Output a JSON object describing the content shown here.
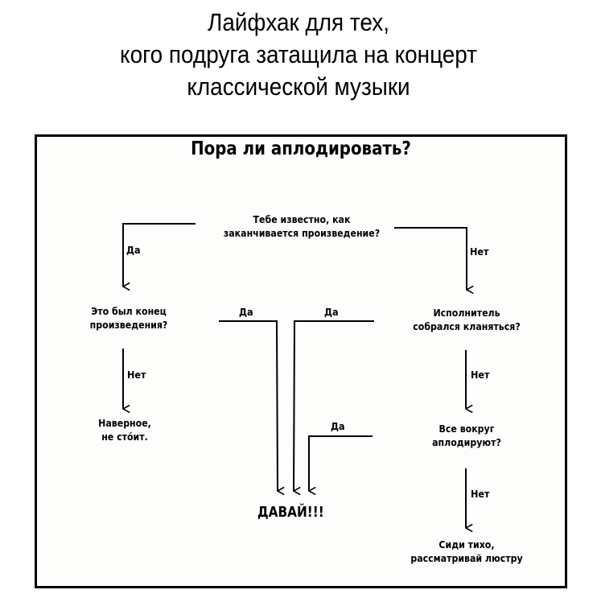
{
  "headline": {
    "lines": [
      "Лайфхак для тех,",
      "кого подруга затащила на концерт",
      "классической музыки"
    ]
  },
  "flowchart": {
    "title": "Пора ли аплодировать?",
    "nodes": {
      "q_know_ending": {
        "lines": [
          "Тебе известно, как",
          "заканчивается произведение?"
        ]
      },
      "q_was_end": {
        "lines": [
          "Это был конец",
          "произведения?"
        ]
      },
      "q_bowing": {
        "lines": [
          "Исполнитель",
          "собрался кланяться?"
        ]
      },
      "r_better_not": {
        "lines": [
          "Наверное,",
          "не стóит."
        ]
      },
      "q_everyone_claps": {
        "lines": [
          "Все вокруг",
          "аплодируют?"
        ]
      },
      "r_go": {
        "text": "ДАВАЙ!!!"
      },
      "r_sit_quiet": {
        "lines": [
          "Сиди тихо,",
          "рассматривай люстру"
        ]
      }
    },
    "edges": [
      {
        "from": "q_know_ending",
        "to": "q_was_end",
        "label": "Да"
      },
      {
        "from": "q_know_ending",
        "to": "q_bowing",
        "label": "Нет"
      },
      {
        "from": "q_was_end",
        "to": "r_go",
        "label": "Да"
      },
      {
        "from": "q_was_end",
        "to": "r_better_not",
        "label": "Нет"
      },
      {
        "from": "q_bowing",
        "to": "r_go",
        "label": "Да"
      },
      {
        "from": "q_bowing",
        "to": "q_everyone_claps",
        "label": "Нет"
      },
      {
        "from": "q_everyone_claps",
        "to": "r_go",
        "label": "Да"
      },
      {
        "from": "q_everyone_claps",
        "to": "r_sit_quiet",
        "label": "Нет"
      }
    ]
  }
}
